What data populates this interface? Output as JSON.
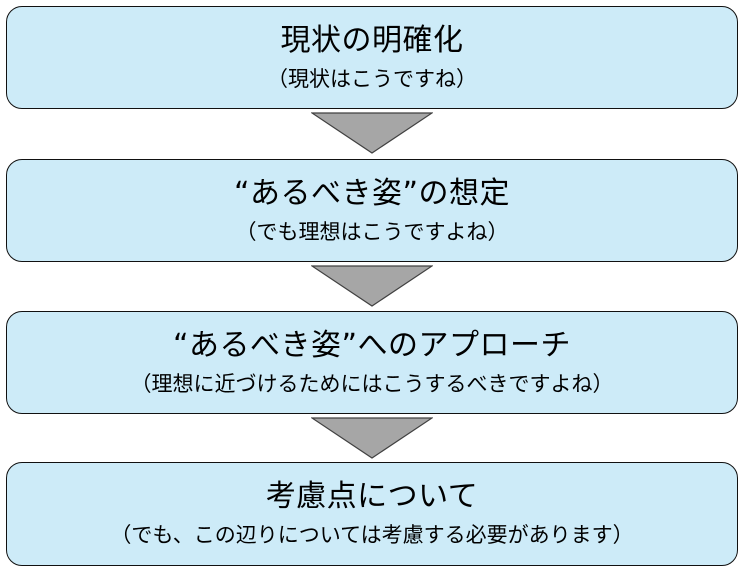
{
  "steps": [
    {
      "title": "現状の明確化",
      "subtitle": "（現状はこうですね）"
    },
    {
      "title": "“あるべき姿”の想定",
      "subtitle": "（でも理想はこうですよね）"
    },
    {
      "title": "“あるべき姿”へのアプローチ",
      "subtitle": "（理想に近づけるためにはこうするべきですよね）"
    },
    {
      "title": "考慮点について",
      "subtitle": "（でも、この辺りについては考慮する必要があります）"
    }
  ],
  "colors": {
    "box_fill": "#cdebf8",
    "box_border": "#111111",
    "arrow_fill": "#a6a6a6",
    "arrow_border": "#404040",
    "text": "#000000"
  },
  "icons": {
    "connector": "down-triangle-arrow-icon"
  }
}
